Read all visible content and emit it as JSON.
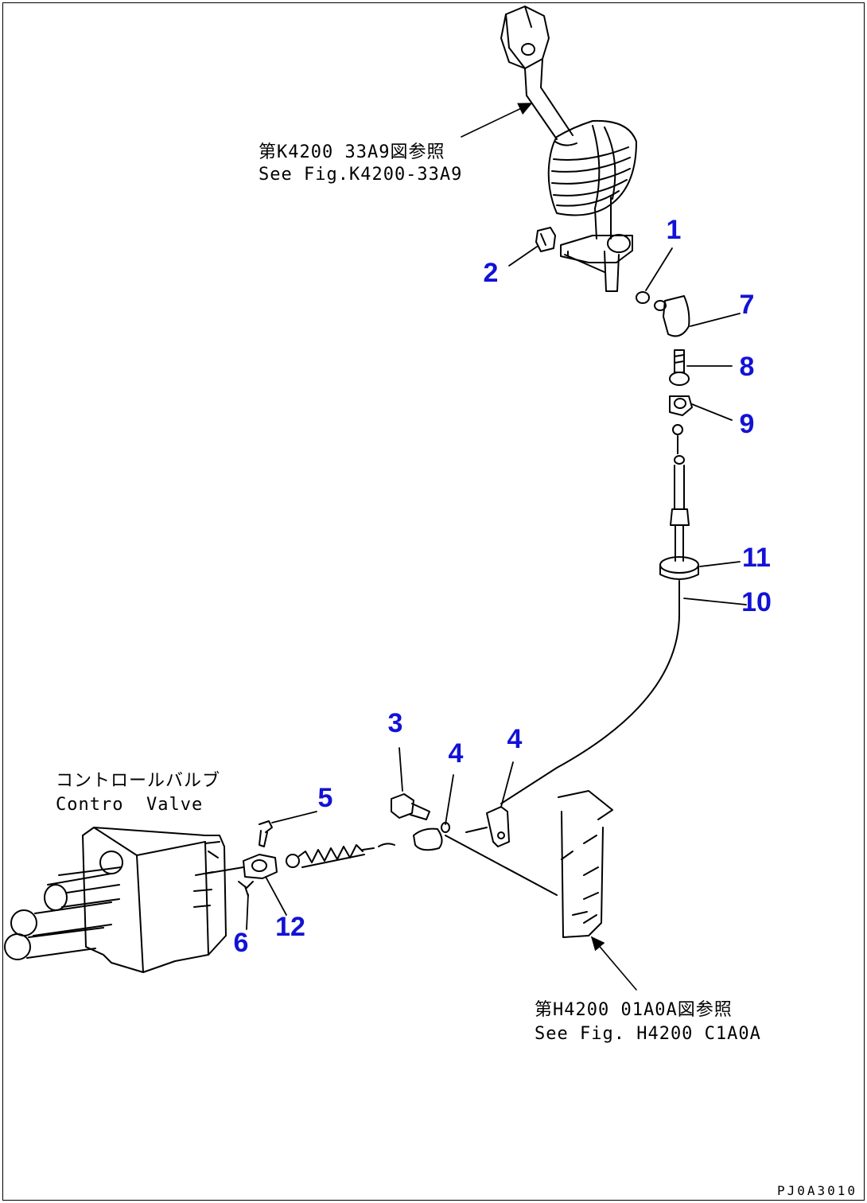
{
  "colors": {
    "callout": "#1212d6",
    "line": "#000000"
  },
  "references": {
    "lever_ref_jp": "第K4200 33A9図参照",
    "lever_ref_en": "See Fig.K4200-33A9",
    "valve_label_jp": "コントロールバルブ",
    "valve_label_en": "Contro  Valve",
    "pedal_ref_jp": "第H4200 01A0A図参照",
    "pedal_ref_en": "See Fig. H4200 C1A0A"
  },
  "callouts": [
    "1",
    "2",
    "3",
    "4",
    "4",
    "5",
    "6",
    "7",
    "8",
    "9",
    "10",
    "11",
    "12"
  ],
  "drawing_code": "PJ0A3010"
}
